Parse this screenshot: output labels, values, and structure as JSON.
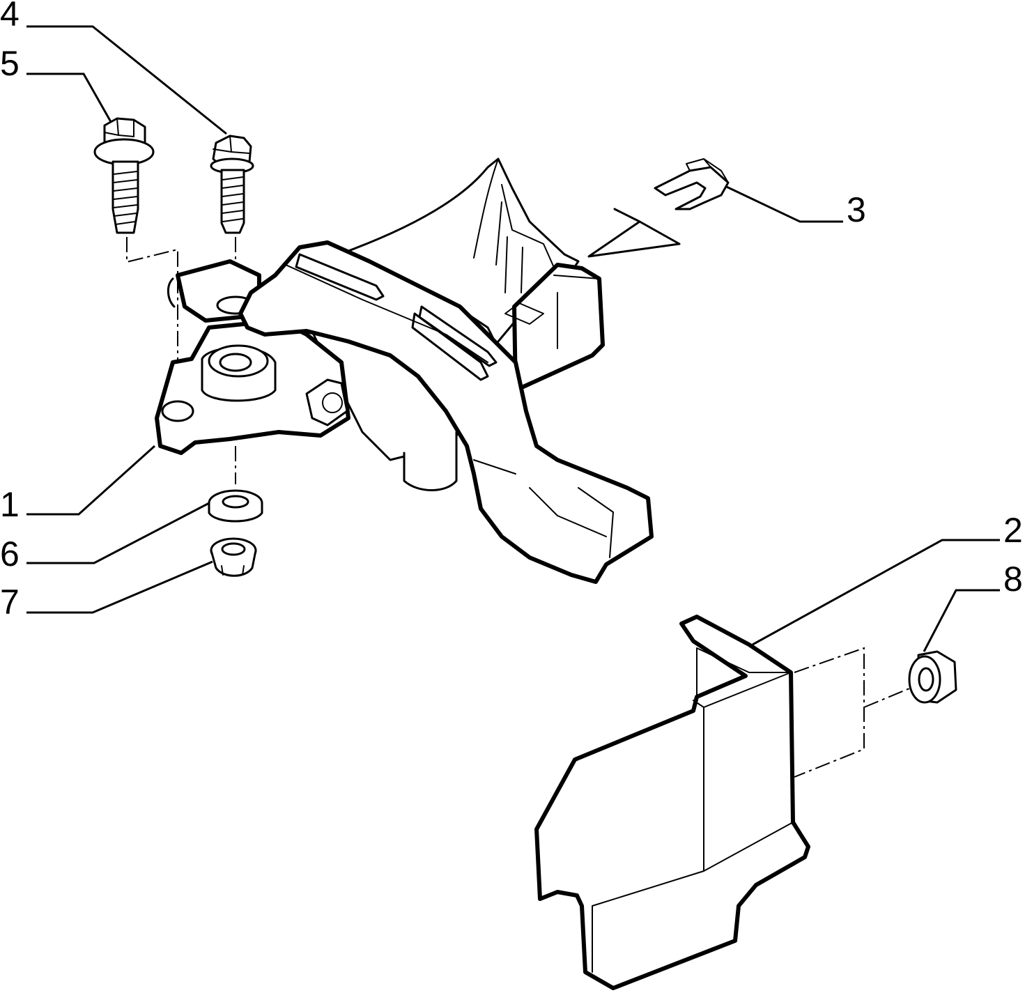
{
  "callouts": [
    {
      "id": "1",
      "label": "1",
      "part": "gear-selector-housing"
    },
    {
      "id": "2",
      "label": "2",
      "part": "heat-shield"
    },
    {
      "id": "3",
      "label": "3",
      "part": "retaining-clip"
    },
    {
      "id": "4",
      "label": "4",
      "part": "bolt"
    },
    {
      "id": "5",
      "label": "5",
      "part": "flanged-bolt"
    },
    {
      "id": "6",
      "label": "6",
      "part": "washer"
    },
    {
      "id": "7",
      "label": "7",
      "part": "flanged-nut"
    },
    {
      "id": "8",
      "label": "8",
      "part": "flanged-nut"
    }
  ],
  "colors": {
    "line": "#000000",
    "background": "#ffffff"
  }
}
